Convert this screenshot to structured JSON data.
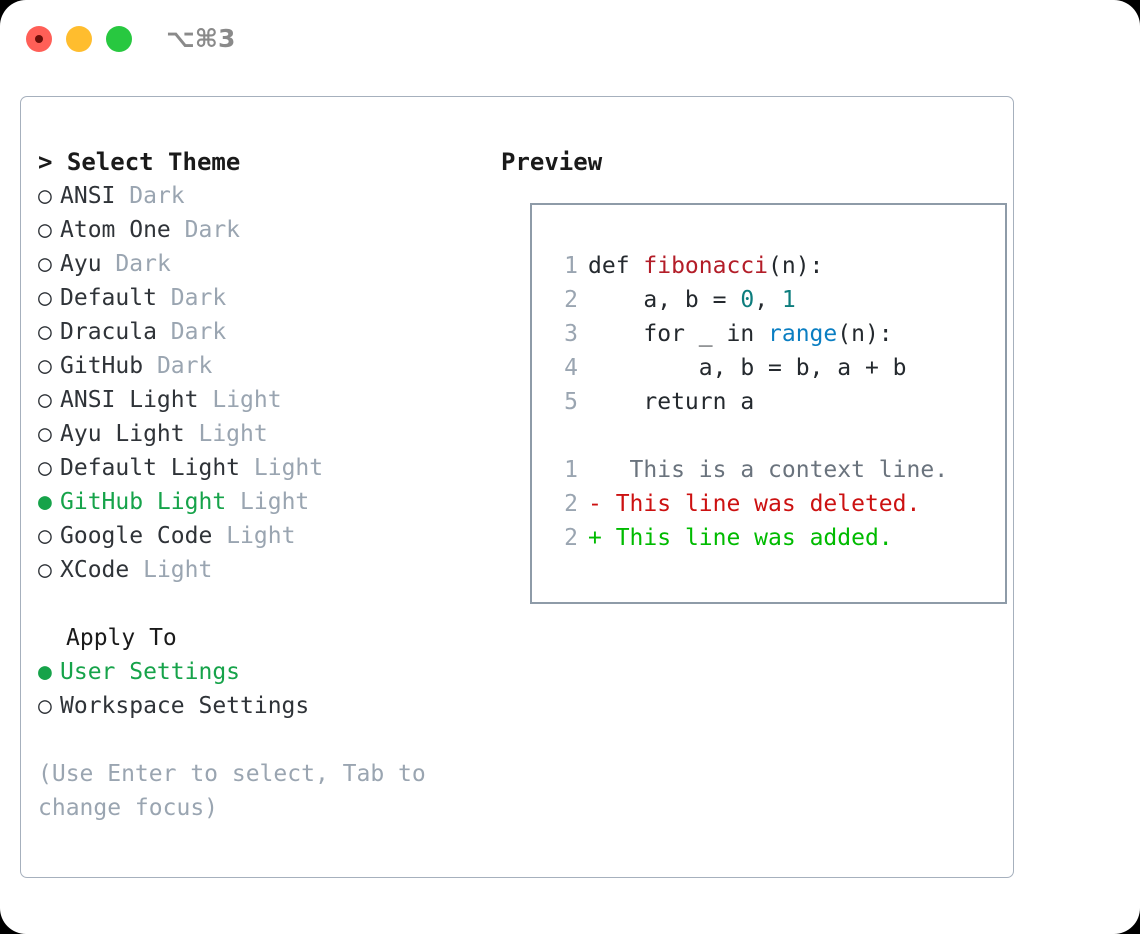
{
  "titlebar": {
    "shortcut": "⌥⌘3",
    "buttons": {
      "close": "close",
      "minimize": "minimize",
      "maximize": "maximize"
    }
  },
  "colors": {
    "accent_green": "#16a34a",
    "muted": "#9aa5b1",
    "border": "#a6b0bd",
    "preview_border": "#8e9ba8",
    "text": "#2f3338",
    "diff_add": "#00bb00",
    "diff_del": "#cc1111",
    "syntax_function": "#b31d28",
    "syntax_number": "#0d7d7d",
    "syntax_builtin": "#0a7ec2"
  },
  "theme_panel": {
    "title": "Select Theme",
    "caret": ">",
    "bullet_selected": "●",
    "bullet_unselected": "○",
    "items": [
      {
        "name": "ANSI",
        "tag": "Dark",
        "selected": false
      },
      {
        "name": "Atom One",
        "tag": "Dark",
        "selected": false
      },
      {
        "name": "Ayu",
        "tag": "Dark",
        "selected": false
      },
      {
        "name": "Default",
        "tag": "Dark",
        "selected": false
      },
      {
        "name": "Dracula",
        "tag": "Dark",
        "selected": false
      },
      {
        "name": "GitHub",
        "tag": "Dark",
        "selected": false
      },
      {
        "name": "ANSI Light",
        "tag": "Light",
        "selected": false
      },
      {
        "name": "Ayu Light",
        "tag": "Light",
        "selected": false
      },
      {
        "name": "Default Light",
        "tag": "Light",
        "selected": false
      },
      {
        "name": "GitHub Light",
        "tag": "Light",
        "selected": true
      },
      {
        "name": "Google Code",
        "tag": "Light",
        "selected": false
      },
      {
        "name": "XCode",
        "tag": "Light",
        "selected": false
      }
    ]
  },
  "apply_to": {
    "title": "Apply To",
    "options": [
      {
        "name": "User Settings",
        "selected": true
      },
      {
        "name": "Workspace Settings",
        "selected": false
      }
    ]
  },
  "hint": "(Use Enter to select, Tab to change focus)",
  "preview": {
    "title": "Preview",
    "code_lines": [
      {
        "num": "1",
        "tokens": [
          {
            "t": "def ",
            "c": "plain"
          },
          {
            "t": "fibonacci",
            "c": "fn"
          },
          {
            "t": "(n):",
            "c": "plain"
          }
        ]
      },
      {
        "num": "2",
        "tokens": [
          {
            "t": "    a, b = ",
            "c": "plain"
          },
          {
            "t": "0",
            "c": "num"
          },
          {
            "t": ", ",
            "c": "plain"
          },
          {
            "t": "1",
            "c": "num"
          }
        ]
      },
      {
        "num": "3",
        "tokens": [
          {
            "t": "    for _ in ",
            "c": "plain"
          },
          {
            "t": "range",
            "c": "kwfn"
          },
          {
            "t": "(n):",
            "c": "plain"
          }
        ]
      },
      {
        "num": "4",
        "tokens": [
          {
            "t": "        a, b = b, a + b",
            "c": "plain"
          }
        ]
      },
      {
        "num": "5",
        "tokens": [
          {
            "t": "    return a",
            "c": "plain"
          }
        ]
      }
    ],
    "diff_lines": [
      {
        "num": "1",
        "marker": " ",
        "text": "  This is a context line.",
        "kind": "ctx"
      },
      {
        "num": "2",
        "marker": "-",
        "text": " This line was deleted.",
        "kind": "del"
      },
      {
        "num": "2",
        "marker": "+",
        "text": " This line was added.",
        "kind": "add"
      }
    ]
  }
}
